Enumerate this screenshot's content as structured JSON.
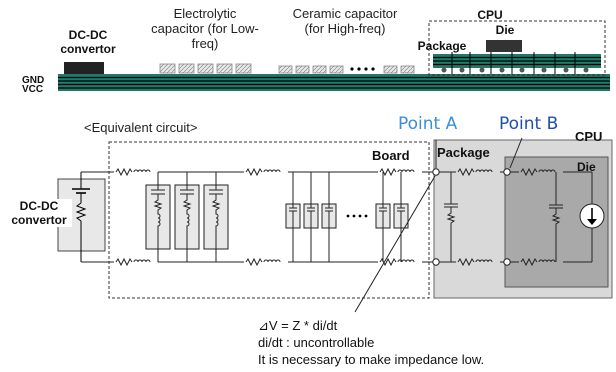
{
  "top": {
    "dcdc_label": "DC-DC convertor",
    "electrolytic_label": "Electrolytic capacitor (for Low-freq)",
    "ceramic_label": "Ceramic capacitor (for High-freq)",
    "cpu_label": "CPU",
    "die_label": "Die",
    "package_label": "Package",
    "gnd_label": "GND",
    "vcc_label": "VCC"
  },
  "circuit": {
    "equivalent_label": "<Equivalent circuit>",
    "board_label": "Board",
    "package_label": "Package",
    "die_label": "Die",
    "cpu_label": "CPU",
    "dcdc_label": "DC-DC convertor",
    "point_a": "Point A",
    "point_b": "Point B"
  },
  "notes": {
    "formula": "⊿V = Z * di/dt",
    "didt": "di/dt : uncontrollable",
    "impedance": "It is necessary to make impedance low."
  },
  "colors": {
    "point_a": "#3a8fd8",
    "point_b": "#1f4fa8",
    "board_green": "#1e7a6a",
    "package_grey": "#d9d9d9",
    "die_grey": "#a9a9a9"
  }
}
